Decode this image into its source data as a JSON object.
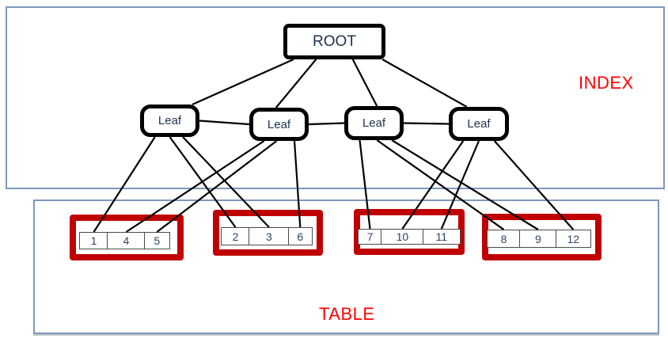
{
  "diagram": {
    "index_label": "INDEX",
    "table_label": "TABLE",
    "label_color": "#ff0000",
    "page_border_color": "#c00000",
    "root": {
      "id": "root",
      "label": "ROOT"
    },
    "leaves": [
      {
        "id": "leaf1",
        "label": "Leaf"
      },
      {
        "id": "leaf2",
        "label": "Leaf"
      },
      {
        "id": "leaf3",
        "label": "Leaf"
      },
      {
        "id": "leaf4",
        "label": "Leaf"
      }
    ],
    "pages": [
      {
        "id": "page1",
        "cells": [
          {
            "id": "cell1",
            "value": "1"
          },
          {
            "id": "cell4",
            "value": "4"
          },
          {
            "id": "cell5",
            "value": "5"
          }
        ]
      },
      {
        "id": "page2",
        "cells": [
          {
            "id": "cell2",
            "value": "2"
          },
          {
            "id": "cell3",
            "value": "3"
          },
          {
            "id": "cell6",
            "value": "6"
          }
        ]
      },
      {
        "id": "page3",
        "cells": [
          {
            "id": "cell7",
            "value": "7"
          },
          {
            "id": "cell10",
            "value": "10"
          },
          {
            "id": "cell11",
            "value": "11"
          }
        ]
      },
      {
        "id": "page4",
        "cells": [
          {
            "id": "cell8",
            "value": "8"
          },
          {
            "id": "cell9",
            "value": "9"
          },
          {
            "id": "cell12",
            "value": "12"
          }
        ]
      }
    ],
    "edges": [
      {
        "id": "edge-root-leaf1",
        "type": "v",
        "from": "root",
        "to": "leaf1",
        "fromFrac": 0.1,
        "toFrac": 0.88
      },
      {
        "id": "edge-root-leaf2",
        "type": "v",
        "from": "root",
        "to": "leaf2",
        "fromFrac": 0.32,
        "toFrac": 0.45
      },
      {
        "id": "edge-root-leaf3",
        "type": "v",
        "from": "root",
        "to": "leaf3",
        "fromFrac": 0.68,
        "toFrac": 0.55
      },
      {
        "id": "edge-root-leaf4",
        "type": "v",
        "from": "root",
        "to": "leaf4",
        "fromFrac": 0.97,
        "toFrac": 0.3
      },
      {
        "id": "edge-leaf1-leaf2",
        "type": "h",
        "from": "leaf1",
        "to": "leaf2"
      },
      {
        "id": "edge-leaf2-leaf3",
        "type": "h",
        "from": "leaf2",
        "to": "leaf3"
      },
      {
        "id": "edge-leaf3-leaf4",
        "type": "h",
        "from": "leaf3",
        "to": "leaf4"
      },
      {
        "id": "edge-leaf1-cell1",
        "type": "v",
        "from": "leaf1",
        "to": "cell1",
        "fromFrac": 0.25
      },
      {
        "id": "edge-leaf1-cell2",
        "type": "v",
        "from": "leaf1",
        "to": "cell2",
        "fromFrac": 0.5
      },
      {
        "id": "edge-leaf1-cell3",
        "type": "v",
        "from": "leaf1",
        "to": "cell3",
        "fromFrac": 0.72
      },
      {
        "id": "edge-leaf2-cell4",
        "type": "v",
        "from": "leaf2",
        "to": "cell4",
        "fromFrac": 0.25
      },
      {
        "id": "edge-leaf2-cell5",
        "type": "v",
        "from": "leaf2",
        "to": "cell5",
        "fromFrac": 0.46
      },
      {
        "id": "edge-leaf2-cell6",
        "type": "v",
        "from": "leaf2",
        "to": "cell6",
        "fromFrac": 0.76
      },
      {
        "id": "edge-leaf3-cell7",
        "type": "v",
        "from": "leaf3",
        "to": "cell7",
        "fromFrac": 0.26
      },
      {
        "id": "edge-leaf3-cell8",
        "type": "v",
        "from": "leaf3",
        "to": "cell8",
        "fromFrac": 0.55
      },
      {
        "id": "edge-leaf3-cell9",
        "type": "v",
        "from": "leaf3",
        "to": "cell9",
        "fromFrac": 0.8
      },
      {
        "id": "edge-leaf4-cell10",
        "type": "v",
        "from": "leaf4",
        "to": "cell10",
        "fromFrac": 0.24
      },
      {
        "id": "edge-leaf4-cell11",
        "type": "v",
        "from": "leaf4",
        "to": "cell11",
        "fromFrac": 0.5
      },
      {
        "id": "edge-leaf4-cell12",
        "type": "v",
        "from": "leaf4",
        "to": "cell12",
        "fromFrac": 0.76
      }
    ],
    "cell_widths": {
      "row1": [
        37,
        48,
        33
      ],
      "row2": [
        37,
        51,
        31
      ],
      "row3": [
        31,
        54,
        48
      ],
      "row4": [
        43,
        47,
        45
      ]
    }
  }
}
